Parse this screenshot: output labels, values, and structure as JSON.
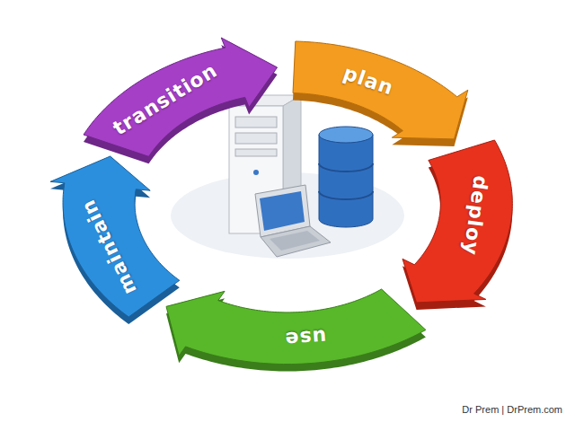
{
  "diagram": {
    "nodes": [
      {
        "text": [
          "plan"
        ]
      },
      {
        "text": [
          "deploy"
        ]
      },
      {
        "text": [
          "use"
        ]
      },
      {
        "text": [
          "maintain"
        ]
      },
      {
        "text": [
          "transition"
        ]
      }
    ],
    "labels": [
      "Dr Prem | DrPrem.com"
    ]
  }
}
